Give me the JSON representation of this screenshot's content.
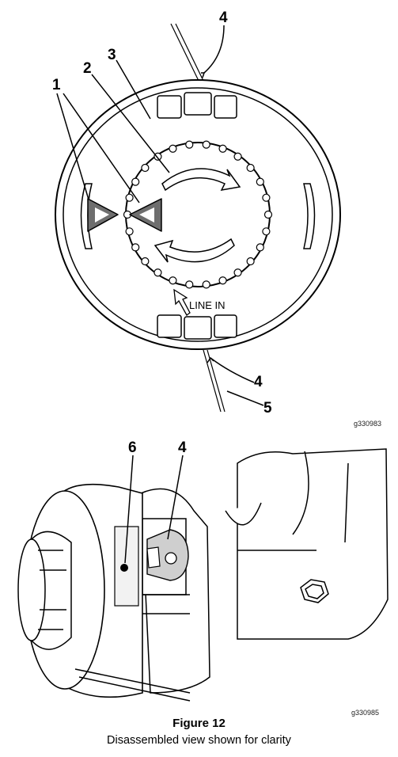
{
  "top_figure": {
    "callouts": {
      "c1": "1",
      "c2": "2",
      "c3": "3",
      "c4a": "4",
      "c4b": "4",
      "c5": "5"
    },
    "arrow_label": "LINE IN",
    "graphic_code": "g330983"
  },
  "bottom_figure": {
    "callouts": {
      "c6": "6",
      "c4": "4"
    },
    "graphic_code": "g330985"
  },
  "caption": {
    "title": "Figure 12",
    "subtitle": "Disassembled view shown for clarity"
  }
}
